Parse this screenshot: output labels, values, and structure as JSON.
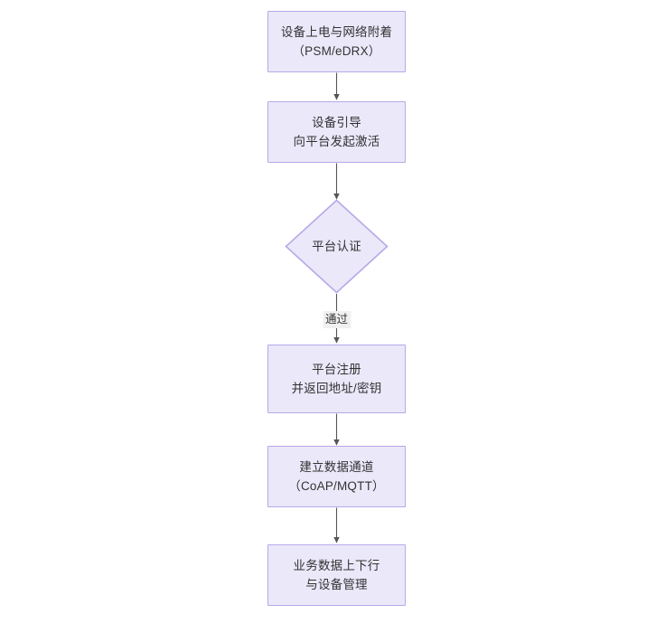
{
  "diagram": {
    "type": "flowchart",
    "orientation": "top-to-bottom",
    "background_color": "#ffffff",
    "node_fill_color": "#ebe8fa",
    "node_border_color": "#b9a8e8",
    "text_color": "#333333",
    "edge_color": "#555555",
    "nodes": [
      {
        "id": "power-on",
        "shape": "rectangle",
        "line1": "设备上电与网络附着",
        "line2": "（PSM/eDRX）",
        "text": "设备上电与网络附着\n（PSM/eDRX）"
      },
      {
        "id": "bootstrap",
        "shape": "rectangle",
        "line1": "设备引导",
        "line2": "向平台发起激活",
        "text": "设备引导\n向平台发起激活"
      },
      {
        "id": "platform-auth",
        "shape": "diamond",
        "line1": "平台认证",
        "line2": "",
        "text": "平台认证"
      },
      {
        "id": "platform-register",
        "shape": "rectangle",
        "line1": "平台注册",
        "line2": "并返回地址/密钥",
        "text": "平台注册\n并返回地址/密钥"
      },
      {
        "id": "data-channel",
        "shape": "rectangle",
        "line1": "建立数据通道",
        "line2": "（CoAP/MQTT）",
        "text": "建立数据通道\n（CoAP/MQTT）"
      },
      {
        "id": "business-data",
        "shape": "rectangle",
        "line1": "业务数据上下行",
        "line2": "与设备管理",
        "text": "业务数据上下行\n与设备管理"
      }
    ],
    "edges": [
      {
        "id": "e1",
        "from": "power-on",
        "to": "bootstrap",
        "label": ""
      },
      {
        "id": "e2",
        "from": "bootstrap",
        "to": "platform-auth",
        "label": ""
      },
      {
        "id": "e3",
        "from": "platform-auth",
        "to": "platform-register",
        "label": "通过"
      },
      {
        "id": "e4",
        "from": "platform-register",
        "to": "data-channel",
        "label": ""
      },
      {
        "id": "e5",
        "from": "data-channel",
        "to": "business-data",
        "label": ""
      }
    ]
  }
}
